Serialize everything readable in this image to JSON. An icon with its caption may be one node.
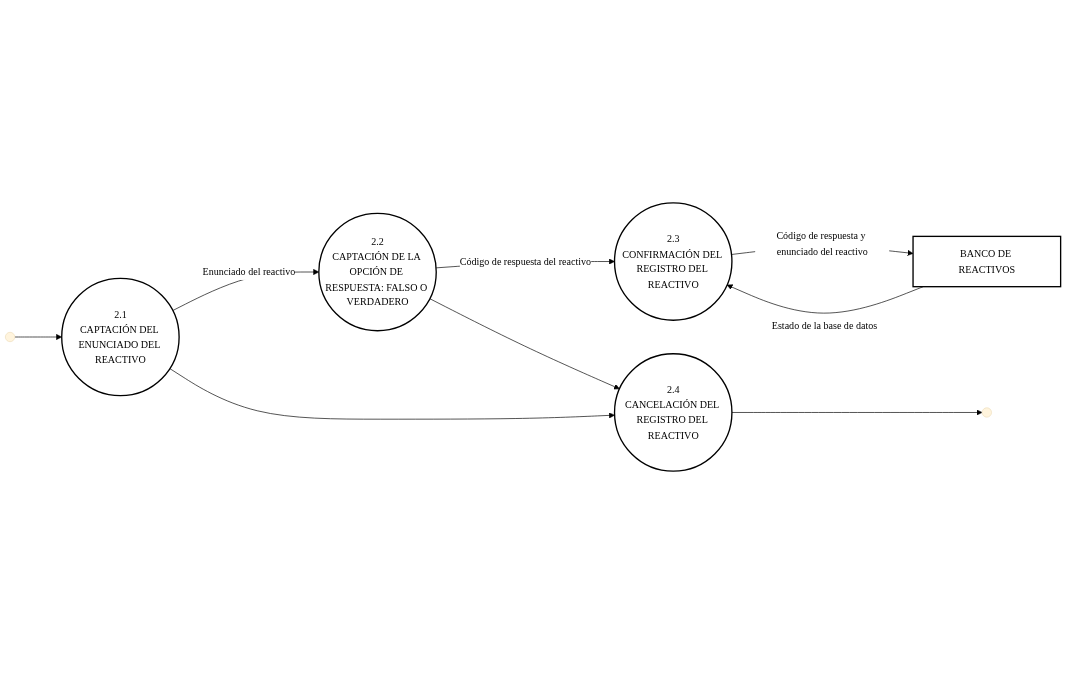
{
  "diagram": {
    "nodes": [
      {
        "text": [
          "2.1",
          "CAPTACIÓN DEL ENUNCIADO DEL REACTIVO"
        ]
      },
      {
        "text": [
          "2.2",
          "CAPTACIÓN DE LA OPCIÓN DE RESPUESTA: FALSO O VERDADERO"
        ]
      },
      {
        "text": [
          "2.3",
          "CONFIRMACIÓN DEL REGISTRO DEL REACTIVO"
        ]
      },
      {
        "text": [
          "BANCO DE REACTIVOS"
        ]
      },
      {
        "text": [
          "2.4",
          "CANCELACIÓN DEL REGISTRO DEL REACTIVO"
        ]
      }
    ],
    "edges": [
      {
        "from": null,
        "to": 0,
        "arrow": "to"
      },
      {
        "from": 0,
        "to": 1,
        "arrow": "to",
        "label": "Enunciado del reactivo"
      },
      {
        "from": 1,
        "to": 2,
        "arrow": "to",
        "label": "Código de respuesta del reactivo"
      },
      {
        "from": 2,
        "to": 3,
        "arrow": "to",
        "label": "Código de respuesta y enunciado del reactivo"
      },
      {
        "from": 3,
        "to": 2,
        "arrow": "to",
        "label": "Estado de la base de datos"
      },
      {
        "from": 0,
        "to": 4,
        "arrow": "to"
      },
      {
        "from": 1,
        "to": 4,
        "arrow": "to"
      },
      {
        "from": 4,
        "to": null,
        "arrow": "to"
      }
    ]
  }
}
